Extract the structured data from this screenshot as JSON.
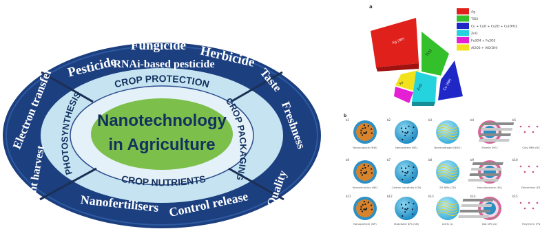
{
  "left_diagram": {
    "center_line1": "Nanotechnology",
    "center_line2": "in Agriculture",
    "inner_labels": {
      "top": "CROP PROTECTION",
      "bottom": "CROP NUTRIENTS",
      "left": "PHOTOSYNTHESIS",
      "right": "CROP PACKAGING"
    },
    "outer_labels": {
      "pesticide": "Pesticide",
      "fungicide": "Fungicide",
      "herbicide": "Herbicide",
      "rnai": "RNAi-based pesticide",
      "electron_transfer": "Electron transfer",
      "light_harvest": "Light harvest",
      "taste": "Taste",
      "freshness": "Freshness",
      "quality": "Quality",
      "nanofertilisers": "Nanofertilisers",
      "control_release": "Control release"
    },
    "colors": {
      "outer_ring": "#1c3f80",
      "middle_ring": "#c5e3f1",
      "inner_fill": "#e7f3f9",
      "center_fill": "#7cbf4a",
      "center_text": "#12315e"
    }
  },
  "pie_chart": {
    "panel_letter": "a",
    "slice_labels": [
      "Ag (NP)",
      "TiO2",
      "Cu (NP)",
      "ZnO",
      "Fe"
    ],
    "legend": [
      {
        "label": "Ag",
        "color": "#e0201b"
      },
      {
        "label": "TiO2",
        "color": "#33c02b"
      },
      {
        "label": "Cu + CuO + Cu2O + Cu(OH)2",
        "color": "#1f28c7"
      },
      {
        "label": "ZnO",
        "color": "#25d3de"
      },
      {
        "label": "Fe3O4 + Fe2O3",
        "color": "#e51fd3"
      },
      {
        "label": "Al2O3 + AlO(OH)",
        "color": "#f2e21e"
      }
    ]
  },
  "nano_panel": {
    "panel_letter": "b",
    "row1": [
      {
        "id": "b1",
        "caption": "Nanocapsule (NW)"
      },
      {
        "id": "b2",
        "caption": "Nanosphere (NS)"
      },
      {
        "id": "b3",
        "caption": "Nanohydrogel (NHG)"
      },
      {
        "id": "b4",
        "caption": "Micelle (MC)"
      },
      {
        "id": "b5",
        "caption": "Clay NMs (NC)"
      }
    ],
    "row2": [
      {
        "id": "b6",
        "caption": "Nanoemulsion (NE)"
      },
      {
        "id": "b7",
        "caption": "Carbon nanotube (CN)"
      },
      {
        "id": "b8",
        "caption": "2D NMs (2D)"
      },
      {
        "id": "b9",
        "caption": "Nanoliposome (NL)"
      },
      {
        "id": "b10",
        "caption": "Dendrimer (DN)"
      }
    ],
    "row3": [
      {
        "id": "b11",
        "caption": "Nanoparticle (NP)"
      },
      {
        "id": "b12",
        "caption": "Stabilized NPs (SN)"
      },
      {
        "id": "b13",
        "caption": "LDHs (L)"
      },
      {
        "id": "b14",
        "caption": "Dot NPs (D)"
      },
      {
        "id": "b15",
        "caption": "Polymeric (PN)"
      }
    ]
  }
}
